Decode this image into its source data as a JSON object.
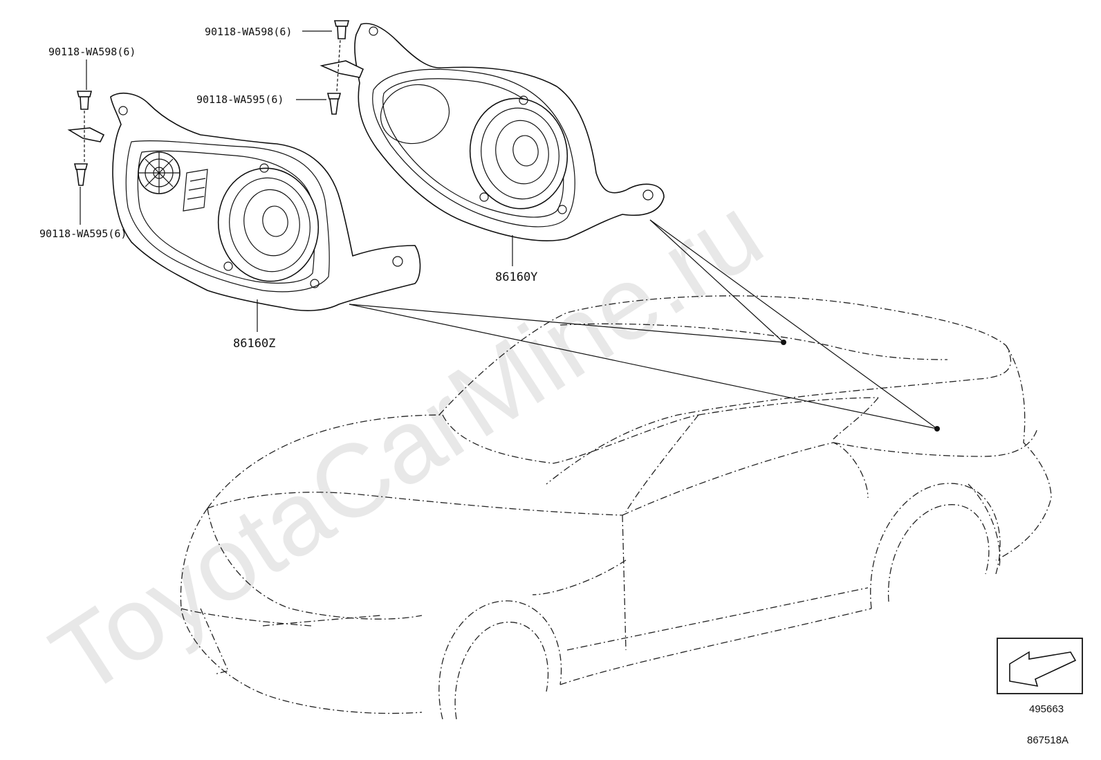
{
  "labels": {
    "bolt_top_left": "90118-WA598(6)",
    "clip_bottom_left": "90118-WA595(6)",
    "bolt_top_right": "90118-WA598(6)",
    "clip_mid_right": "90118-WA595(6)",
    "speaker_z": "86160Z",
    "speaker_y": "86160Y"
  },
  "reference": {
    "icon_code": "495663",
    "diagram_code": "867518A"
  },
  "watermark": "ToyotaCarMine.ru"
}
